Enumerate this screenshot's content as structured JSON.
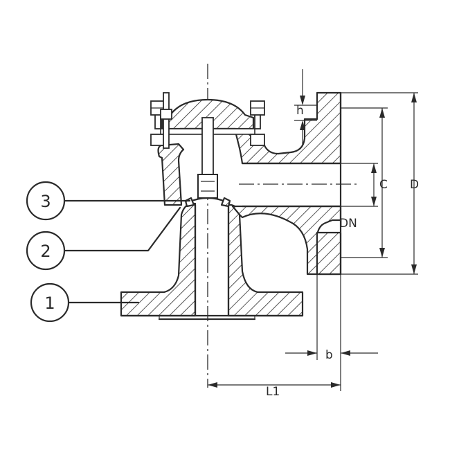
{
  "callouts": [
    {
      "label": "3"
    },
    {
      "label": "2"
    },
    {
      "label": "1"
    }
  ],
  "dimensions": {
    "h": "h",
    "c": "C",
    "d": "D",
    "dn": "DN",
    "b": "b",
    "l1": "L1"
  }
}
